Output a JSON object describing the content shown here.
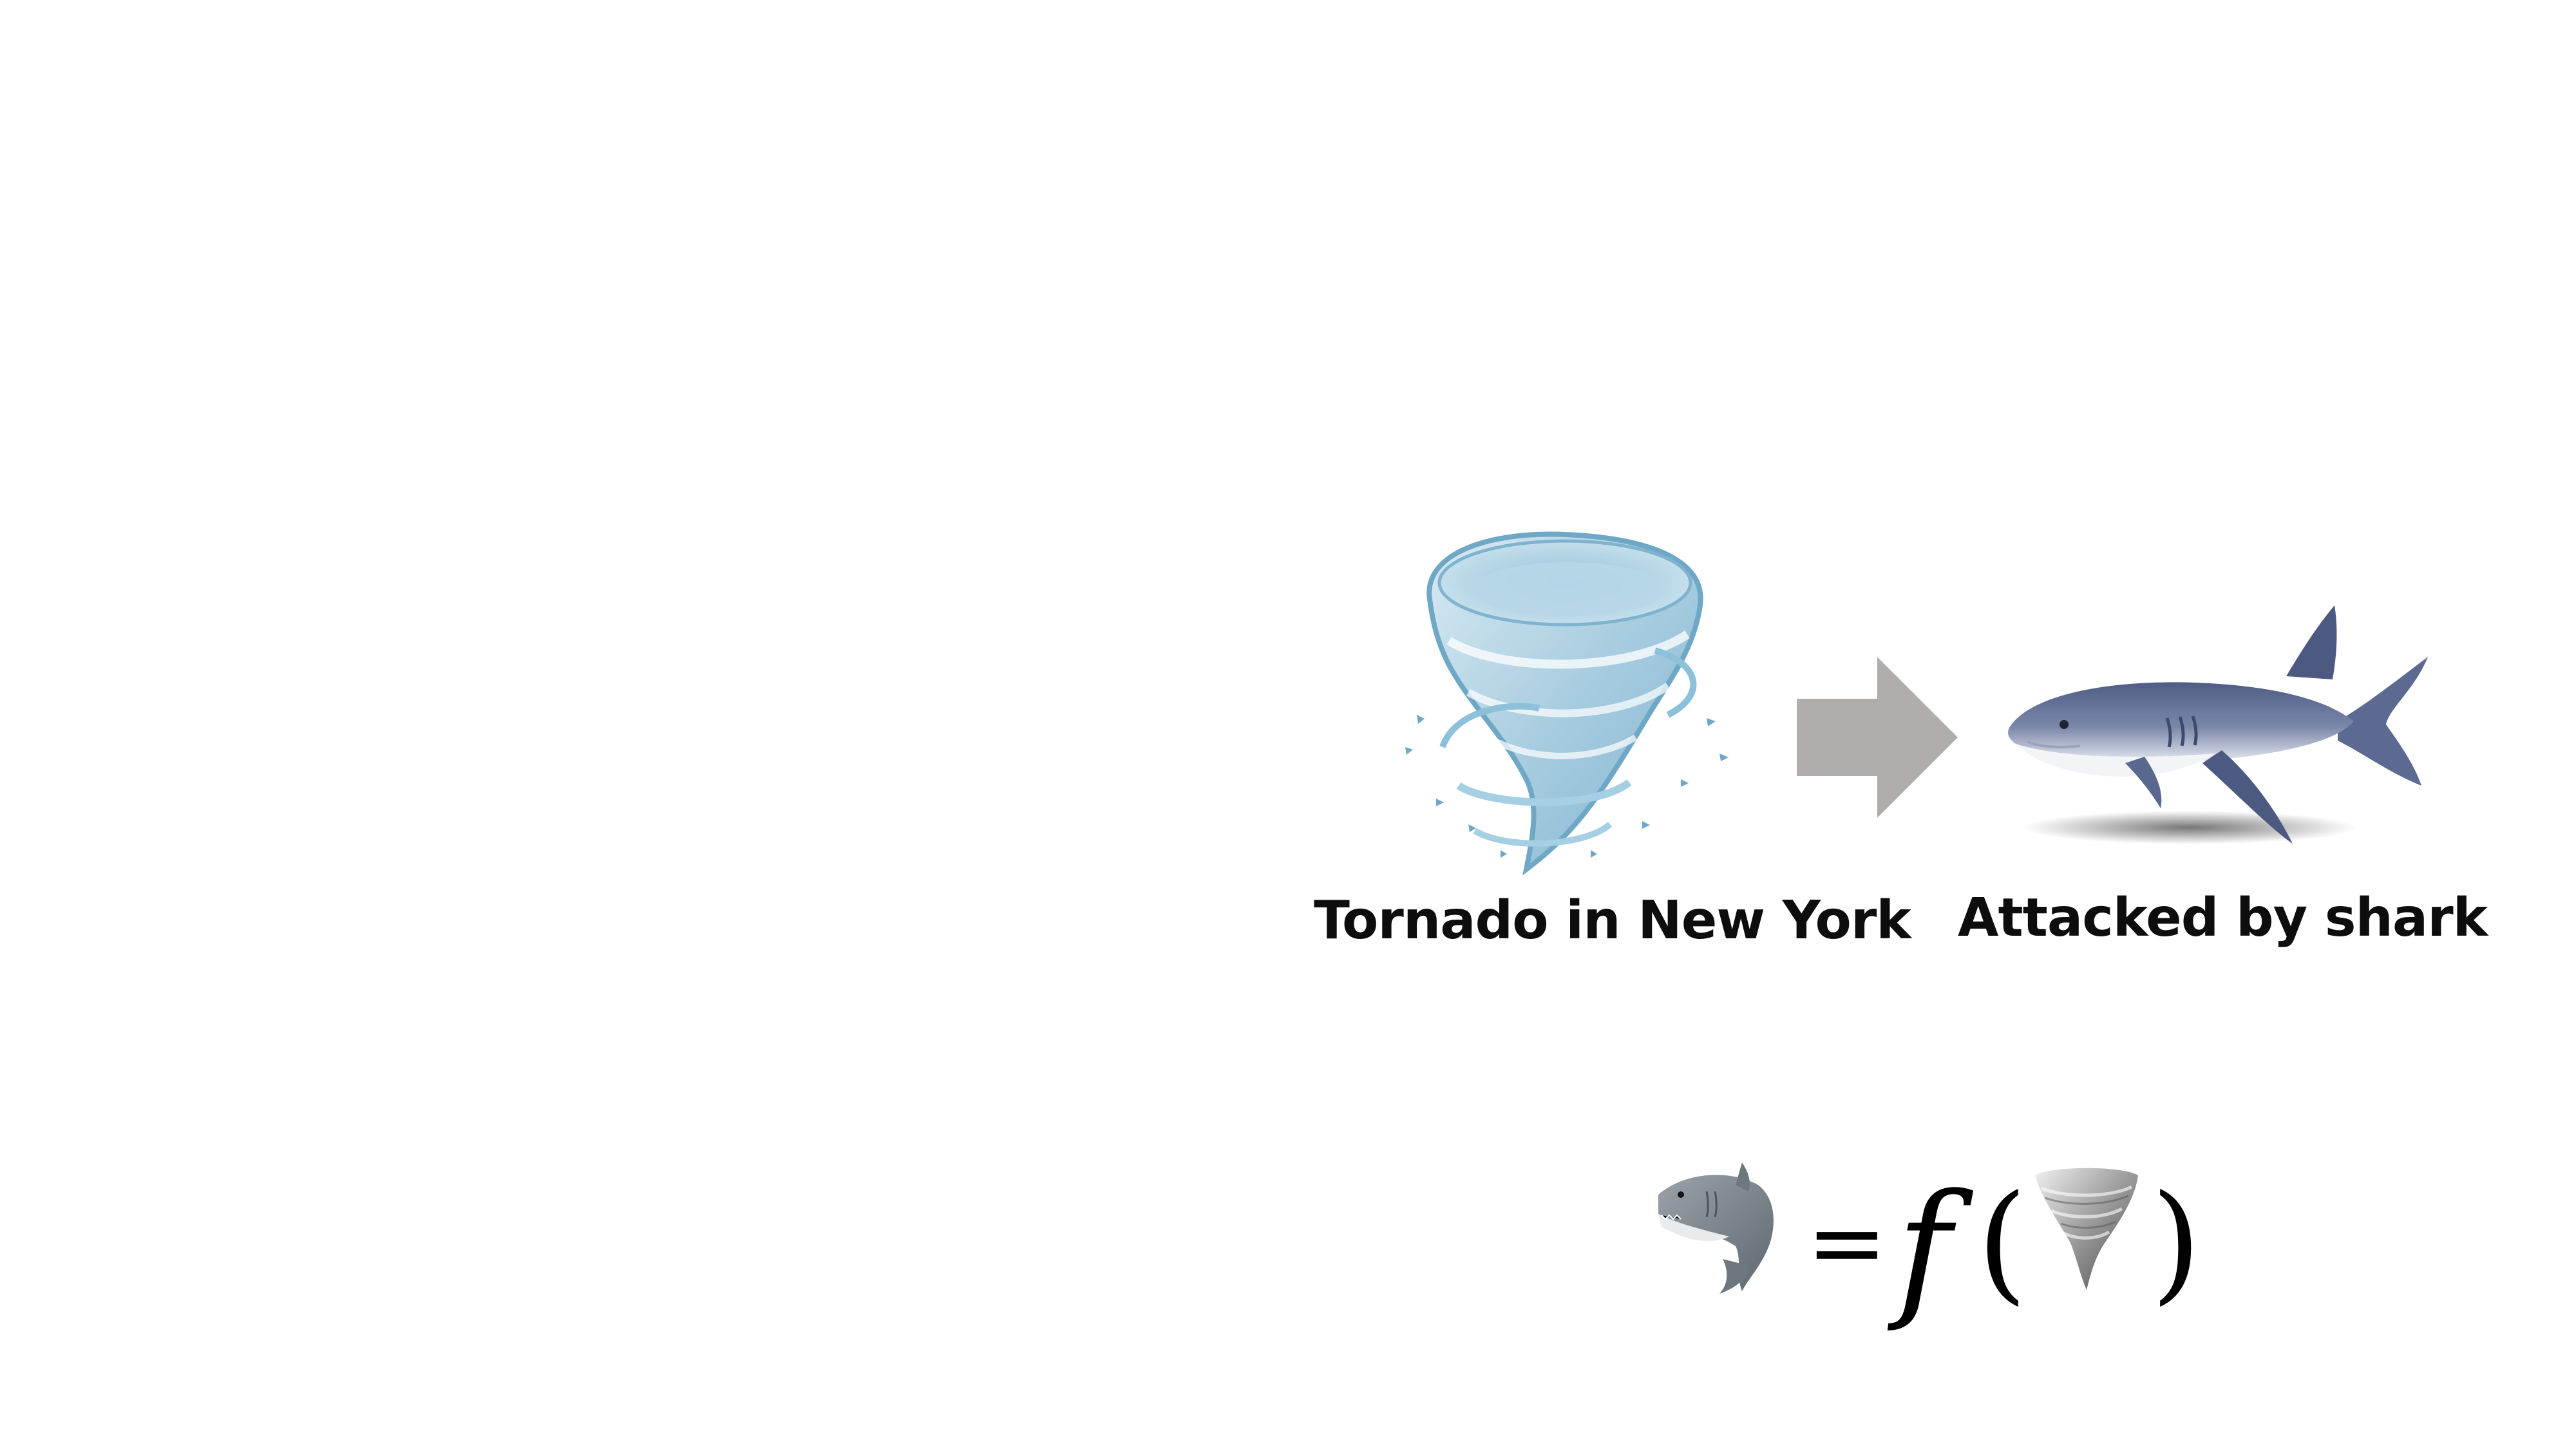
{
  "diagram": {
    "cause": {
      "label": "Tornado in New York",
      "icon": "tornado-icon"
    },
    "effect": {
      "label": "Attacked by shark",
      "icon": "shark-icon"
    },
    "arrow_color": "#b0adab"
  },
  "equation": {
    "lhs_icon": "shark-emoji-icon",
    "equals": "=",
    "func": "f",
    "open_paren": "(",
    "arg_icon": "tornado-emoji-icon",
    "close_paren": ")"
  }
}
